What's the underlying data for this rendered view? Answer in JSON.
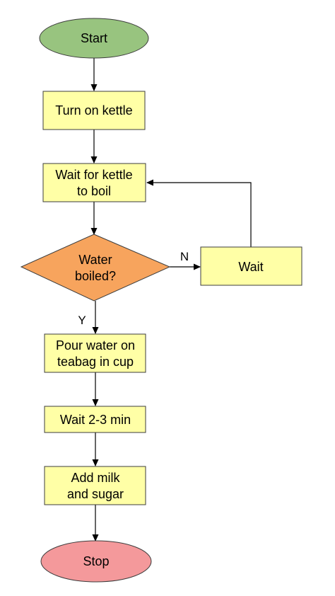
{
  "flowchart": {
    "nodes": {
      "start": {
        "shape": "ellipse",
        "lines": [
          "Start"
        ],
        "fill": "#98c47f",
        "stroke": "#3c3c3c"
      },
      "kettle_on": {
        "shape": "process",
        "lines": [
          "Turn on kettle"
        ],
        "fill": "#ffffa6",
        "stroke": "#3c3c3c"
      },
      "wait_boil": {
        "shape": "process",
        "lines": [
          "Wait for kettle",
          "to boil"
        ],
        "fill": "#ffffa6",
        "stroke": "#3c3c3c"
      },
      "decision": {
        "shape": "diamond",
        "lines": [
          "Water",
          "boiled?"
        ],
        "fill": "#f7a45d",
        "stroke": "#3c3c3c"
      },
      "wait": {
        "shape": "process",
        "lines": [
          "Wait"
        ],
        "fill": "#ffffa6",
        "stroke": "#3c3c3c"
      },
      "pour": {
        "shape": "process",
        "lines": [
          "Pour water on",
          "teabag in cup"
        ],
        "fill": "#ffffa6",
        "stroke": "#3c3c3c"
      },
      "wait_min": {
        "shape": "process",
        "lines": [
          "Wait 2-3 min"
        ],
        "fill": "#ffffa6",
        "stroke": "#3c3c3c"
      },
      "add_milk": {
        "shape": "process",
        "lines": [
          "Add milk",
          "and sugar"
        ],
        "fill": "#ffffa6",
        "stroke": "#3c3c3c"
      },
      "stop": {
        "shape": "ellipse",
        "lines": [
          "Stop"
        ],
        "fill": "#f4999b",
        "stroke": "#3c3c3c"
      }
    },
    "edges": [
      {
        "from": "start",
        "to": "kettle_on",
        "label": ""
      },
      {
        "from": "kettle_on",
        "to": "wait_boil",
        "label": ""
      },
      {
        "from": "wait_boil",
        "to": "decision",
        "label": ""
      },
      {
        "from": "decision",
        "to": "wait",
        "label": "N"
      },
      {
        "from": "wait",
        "to": "wait_boil",
        "label": ""
      },
      {
        "from": "decision",
        "to": "pour",
        "label": "Y"
      },
      {
        "from": "pour",
        "to": "wait_min",
        "label": ""
      },
      {
        "from": "wait_min",
        "to": "add_milk",
        "label": ""
      },
      {
        "from": "add_milk",
        "to": "stop",
        "label": ""
      }
    ]
  }
}
